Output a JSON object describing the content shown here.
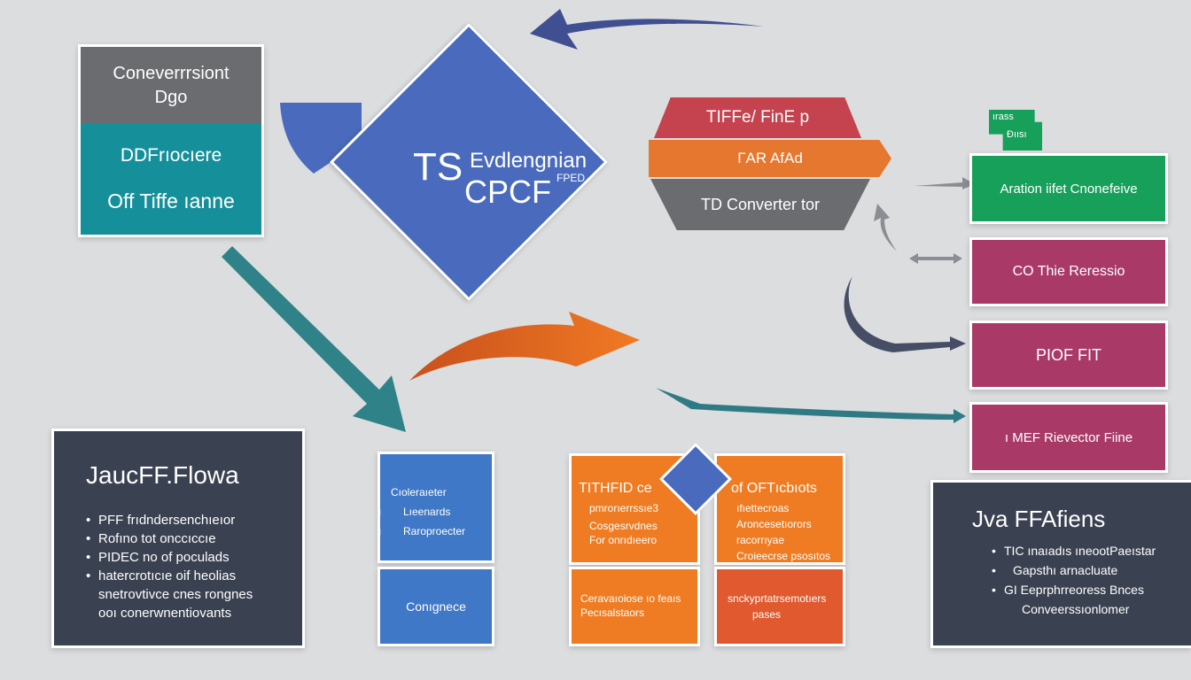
{
  "colors": {
    "background": "#dcdddf",
    "gray": "#6b6c6f",
    "teal": "#15909b",
    "blue": "#4a6bbd",
    "red": "#c5434f",
    "orange": "#e5772f",
    "dark": "#3a4150",
    "green": "#17a05a",
    "magenta": "#a93a68"
  },
  "top_left_box": {
    "line1": "Coneverrrsiont",
    "line2": "Dgo",
    "line3": "DDFrıocıere",
    "line4": "Off Tiffe ıanne"
  },
  "diamond": {
    "main": "TS",
    "top_right": "Evdlengnian",
    "bottom": "CPCF",
    "small": "FPED"
  },
  "hexagon": {
    "row1": "TIFFe/ FinE p",
    "row2": "ΓAR AfAd",
    "row3": "TD Converter tor"
  },
  "green_tag": {
    "line1": "ırass",
    "line2": "Ðıısı"
  },
  "right_boxes": [
    {
      "text": "Aration iifet Cnonefeive"
    },
    {
      "text": "CO Thie Reressio"
    },
    {
      "text": "PIOF FIT"
    },
    {
      "text": "ı MEF Rievector Fiine"
    }
  ],
  "bottom_left_box": {
    "title": "JaucFF.Flowa",
    "items": [
      "PFF frıdndersenchıeıor",
      "Rofıno tot onccıccıe",
      "PIDEC no of poculads",
      "hatercrotıcıe oif heolias"
    ],
    "extra": [
      "snetrovtivce cnes rongnes",
      "ooı conerwnentiovants"
    ]
  },
  "blue_box_top": {
    "items": [
      "Cıoleraıeter",
      "Lıeenards",
      "Raroproecter"
    ]
  },
  "blue_box_bottom": {
    "text": "Conıgnece"
  },
  "orange_tl": {
    "title": "TITHFID ce",
    "lines": [
      "pmrorıerrssıe3",
      "Cosgesrvdnes",
      "For onrıdıeero"
    ]
  },
  "orange_tr": {
    "title": "of OFTıcbıots",
    "lines": [
      "ıfıettecroas",
      "Aroncesetıorors",
      "racorrıyae",
      "Croieecrse psosıtos"
    ]
  },
  "orange_bl": {
    "lines": [
      "Ceravaıoiose ıo feaıs",
      "Pecısalstaors"
    ]
  },
  "orange_br": {
    "lines": [
      "snckyprtatrsemotıers",
      "pases"
    ]
  },
  "bottom_right_box": {
    "title": "Jva FFAfiens",
    "items": [
      "TIC ınaıadıs ıneootPaeıstar",
      "Gapsthı arnacluate",
      "GI Eeprphrreoress Bnces",
      "Conveerssıonlomer"
    ]
  }
}
